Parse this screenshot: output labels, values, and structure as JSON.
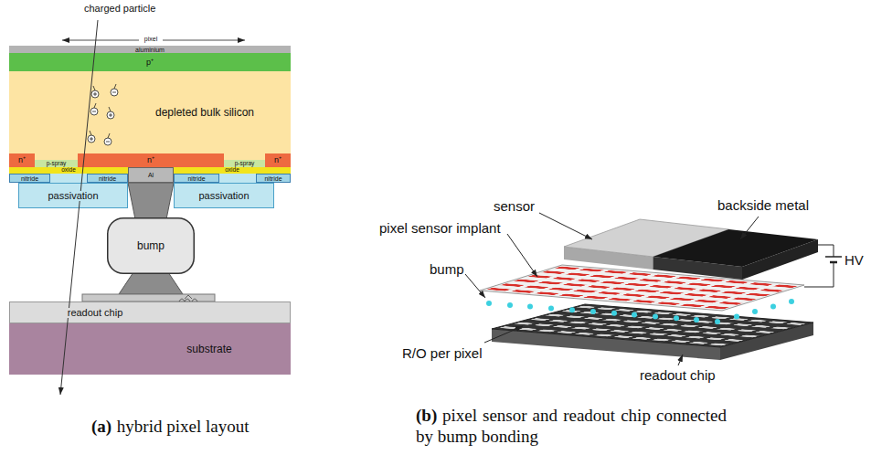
{
  "diagram": {
    "nodes": [
      {
        "text": [
          "aluminium"
        ]
      },
      {
        "text": [
          "p⁺"
        ]
      },
      {
        "text": [
          "depleted bulk silicon"
        ]
      },
      {
        "text": [
          "n⁺"
        ]
      },
      {
        "text": [
          "p-spray"
        ]
      },
      {
        "text": [
          "n⁺"
        ]
      },
      {
        "text": [
          "p-spray"
        ]
      },
      {
        "text": [
          "n⁺"
        ]
      },
      {
        "text": [
          "oxide"
        ]
      },
      {
        "text": [
          "Al"
        ]
      },
      {
        "text": [
          "oxide"
        ]
      },
      {
        "text": [
          "nitride"
        ]
      },
      {
        "text": [
          "nitride"
        ]
      },
      {
        "text": [
          "nitride"
        ]
      },
      {
        "text": [
          "nitride"
        ]
      },
      {
        "text": [
          "passivation"
        ]
      },
      {
        "text": [
          "passivation"
        ]
      },
      {
        "text": [
          "bump"
        ]
      },
      {
        "text": [
          "readout chip"
        ]
      },
      {
        "text": [
          "substrate"
        ]
      }
    ],
    "labels": [
      "charged particle",
      "pixel",
      "sensor",
      "backside metal",
      "pixel sensor implant",
      "HV",
      "bump",
      "R/O per pixel",
      "readout chip",
      "(a)",
      "hybrid pixel layout",
      "(b)",
      "pixel sensor and readout chip connected by bump bonding"
    ]
  }
}
